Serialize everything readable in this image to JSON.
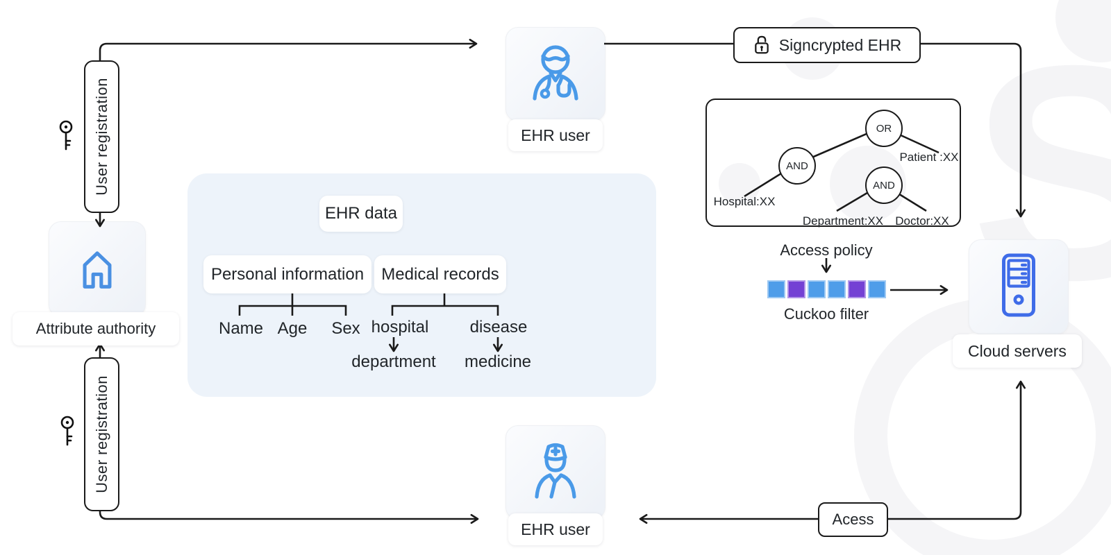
{
  "diagram": {
    "registration_top": "User registration",
    "registration_bottom": "User registration",
    "attribute_authority": "Attribute authority",
    "ehr_user_top": "EHR user",
    "ehr_user_bottom": "EHR user",
    "signcrypted": "Signcrypted EHR",
    "cloud_servers": "Cloud servers",
    "access_label": "Acess",
    "access_policy_caption": "Access policy",
    "cuckoo_caption": "Cuckoo filter"
  },
  "ehr_data": {
    "title": "EHR data",
    "personal_label": "Personal information",
    "medical_label": "Medical records",
    "personal_children": {
      "c1": "Name",
      "c2": "Age",
      "c3": "Sex"
    },
    "medical_children": {
      "c1": "hospital",
      "c2": "disease"
    },
    "medical_grandchildren": {
      "c1": "department",
      "c2": "medicine"
    }
  },
  "policy_tree": {
    "or": "OR",
    "and1": "AND",
    "and2": "AND",
    "leaves": {
      "hospital": "Hospital:XX",
      "patient": "Patient :XX",
      "department": "Department:XX",
      "doctor": "Doctor:XX"
    }
  },
  "cuckoo_filter": {
    "cells": [
      "#4f9de9",
      "#7441d4",
      "#4f9de9",
      "#4f9de9",
      "#7441d4",
      "#4f9de9"
    ]
  },
  "colors": {
    "accent_blue": "#4a9ae8",
    "server_blue": "#3f6ce8",
    "cuckoo_blue": "#4f9de9",
    "cuckoo_purple": "#7441d4",
    "line": "#1a1a1a",
    "panel_bg": "#edf3fa"
  }
}
